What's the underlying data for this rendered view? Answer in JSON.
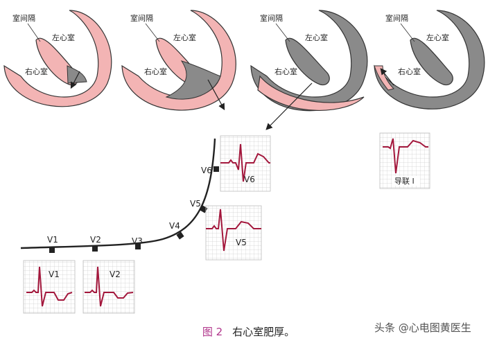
{
  "hearts": [
    {
      "septum": "室间隔",
      "lv": "左心室",
      "rv": "右心室"
    },
    {
      "septum": "室间隔",
      "lv": "左心室",
      "rv": "右心室"
    },
    {
      "septum": "室间隔",
      "lv": "左心室",
      "rv": "右心室"
    },
    {
      "septum": "室间隔",
      "lv": "左心室",
      "rv": "右心室"
    }
  ],
  "leads_on_chest": [
    "V1",
    "V2",
    "V3",
    "V4",
    "V5",
    "V6"
  ],
  "ecg_panels": [
    {
      "label": "V6"
    },
    {
      "label": "V5"
    },
    {
      "label": "V1"
    },
    {
      "label": "V2"
    },
    {
      "label": "导联 I"
    }
  ],
  "caption": {
    "figure": "图 2",
    "text": "右心室肥厚。"
  },
  "watermark": "头条 @心电图黄医生",
  "colors": {
    "myocardium": "#f3b4b4",
    "hypertrophy": "#8a8a8a",
    "trace": "#a3173c",
    "grid": "#c9c9c9"
  }
}
